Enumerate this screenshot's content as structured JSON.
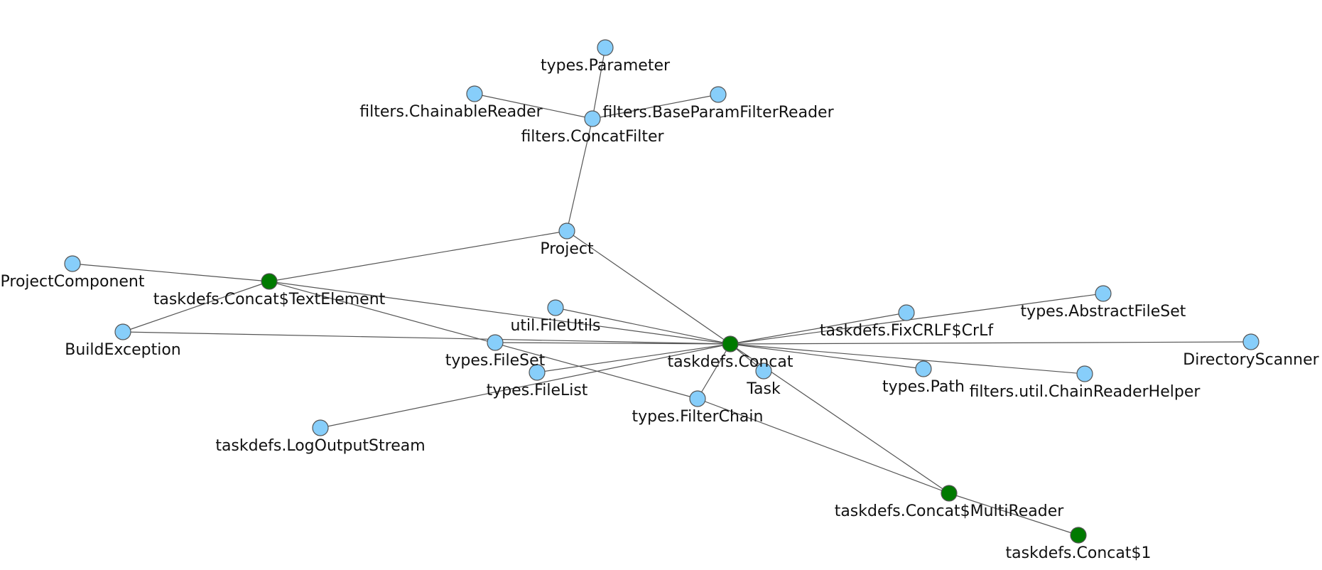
{
  "colors": {
    "default_node": "#87CEFA",
    "focus_node": "#007A00",
    "edge": "#555555",
    "label": "#111111"
  },
  "nodes": [
    {
      "id": "types.Parameter",
      "label": "types.Parameter",
      "focus": false
    },
    {
      "id": "filters.ChainableReader",
      "label": "filters.ChainableReader",
      "focus": false
    },
    {
      "id": "filters.BaseParamFilterReader",
      "label": "filters.BaseParamFilterReader",
      "focus": false
    },
    {
      "id": "filters.ConcatFilter",
      "label": "filters.ConcatFilter",
      "focus": false
    },
    {
      "id": "Project",
      "label": "Project",
      "focus": false
    },
    {
      "id": "ProjectComponent",
      "label": "ProjectComponent",
      "focus": false
    },
    {
      "id": "taskdefs.Concat$TextElement",
      "label": "taskdefs.Concat$TextElement",
      "focus": true
    },
    {
      "id": "util.FileUtils",
      "label": "util.FileUtils",
      "focus": false
    },
    {
      "id": "BuildException",
      "label": "BuildException",
      "focus": false
    },
    {
      "id": "types.FileSet",
      "label": "types.FileSet",
      "focus": false
    },
    {
      "id": "taskdefs.Concat",
      "label": "taskdefs.Concat",
      "focus": true
    },
    {
      "id": "taskdefs.FixCRLF$CrLf",
      "label": "taskdefs.FixCRLF$CrLf",
      "focus": false
    },
    {
      "id": "types.AbstractFileSet",
      "label": "types.AbstractFileSet",
      "focus": false
    },
    {
      "id": "DirectoryScanner",
      "label": "DirectoryScanner",
      "focus": false
    },
    {
      "id": "types.FileList",
      "label": "types.FileList",
      "focus": false
    },
    {
      "id": "Task",
      "label": "Task",
      "focus": false
    },
    {
      "id": "types.Path",
      "label": "types.Path",
      "focus": false
    },
    {
      "id": "filters.util.ChainReaderHelper",
      "label": "filters.util.ChainReaderHelper",
      "focus": false
    },
    {
      "id": "types.FilterChain",
      "label": "types.FilterChain",
      "focus": false
    },
    {
      "id": "taskdefs.LogOutputStream",
      "label": "taskdefs.LogOutputStream",
      "focus": false
    },
    {
      "id": "taskdefs.Concat$MultiReader",
      "label": "taskdefs.Concat$MultiReader",
      "focus": true
    },
    {
      "id": "taskdefs.Concat$1",
      "label": "taskdefs.Concat$1",
      "focus": true
    }
  ],
  "edges": [
    [
      "types.Parameter",
      "filters.ConcatFilter"
    ],
    [
      "filters.ChainableReader",
      "filters.ConcatFilter"
    ],
    [
      "filters.BaseParamFilterReader",
      "filters.ConcatFilter"
    ],
    [
      "filters.ConcatFilter",
      "Project"
    ],
    [
      "Project",
      "taskdefs.Concat$TextElement"
    ],
    [
      "Project",
      "taskdefs.Concat"
    ],
    [
      "ProjectComponent",
      "taskdefs.Concat$TextElement"
    ],
    [
      "taskdefs.Concat$TextElement",
      "BuildException"
    ],
    [
      "taskdefs.Concat$TextElement",
      "taskdefs.Concat"
    ],
    [
      "taskdefs.Concat$TextElement",
      "types.FilterChain"
    ],
    [
      "types.FilterChain",
      "taskdefs.Concat$MultiReader"
    ],
    [
      "util.FileUtils",
      "taskdefs.Concat"
    ],
    [
      "BuildException",
      "taskdefs.Concat"
    ],
    [
      "types.FileSet",
      "taskdefs.Concat"
    ],
    [
      "types.FileList",
      "taskdefs.Concat"
    ],
    [
      "taskdefs.LogOutputStream",
      "taskdefs.Concat"
    ],
    [
      "taskdefs.FixCRLF$CrLf",
      "taskdefs.Concat"
    ],
    [
      "types.AbstractFileSet",
      "taskdefs.Concat"
    ],
    [
      "DirectoryScanner",
      "taskdefs.Concat"
    ],
    [
      "types.Path",
      "taskdefs.Concat"
    ],
    [
      "filters.util.ChainReaderHelper",
      "taskdefs.Concat"
    ],
    [
      "Task",
      "taskdefs.Concat"
    ],
    [
      "taskdefs.Concat",
      "types.FilterChain"
    ],
    [
      "taskdefs.Concat",
      "taskdefs.Concat$MultiReader"
    ],
    [
      "taskdefs.Concat$MultiReader",
      "taskdefs.Concat$1"
    ]
  ]
}
